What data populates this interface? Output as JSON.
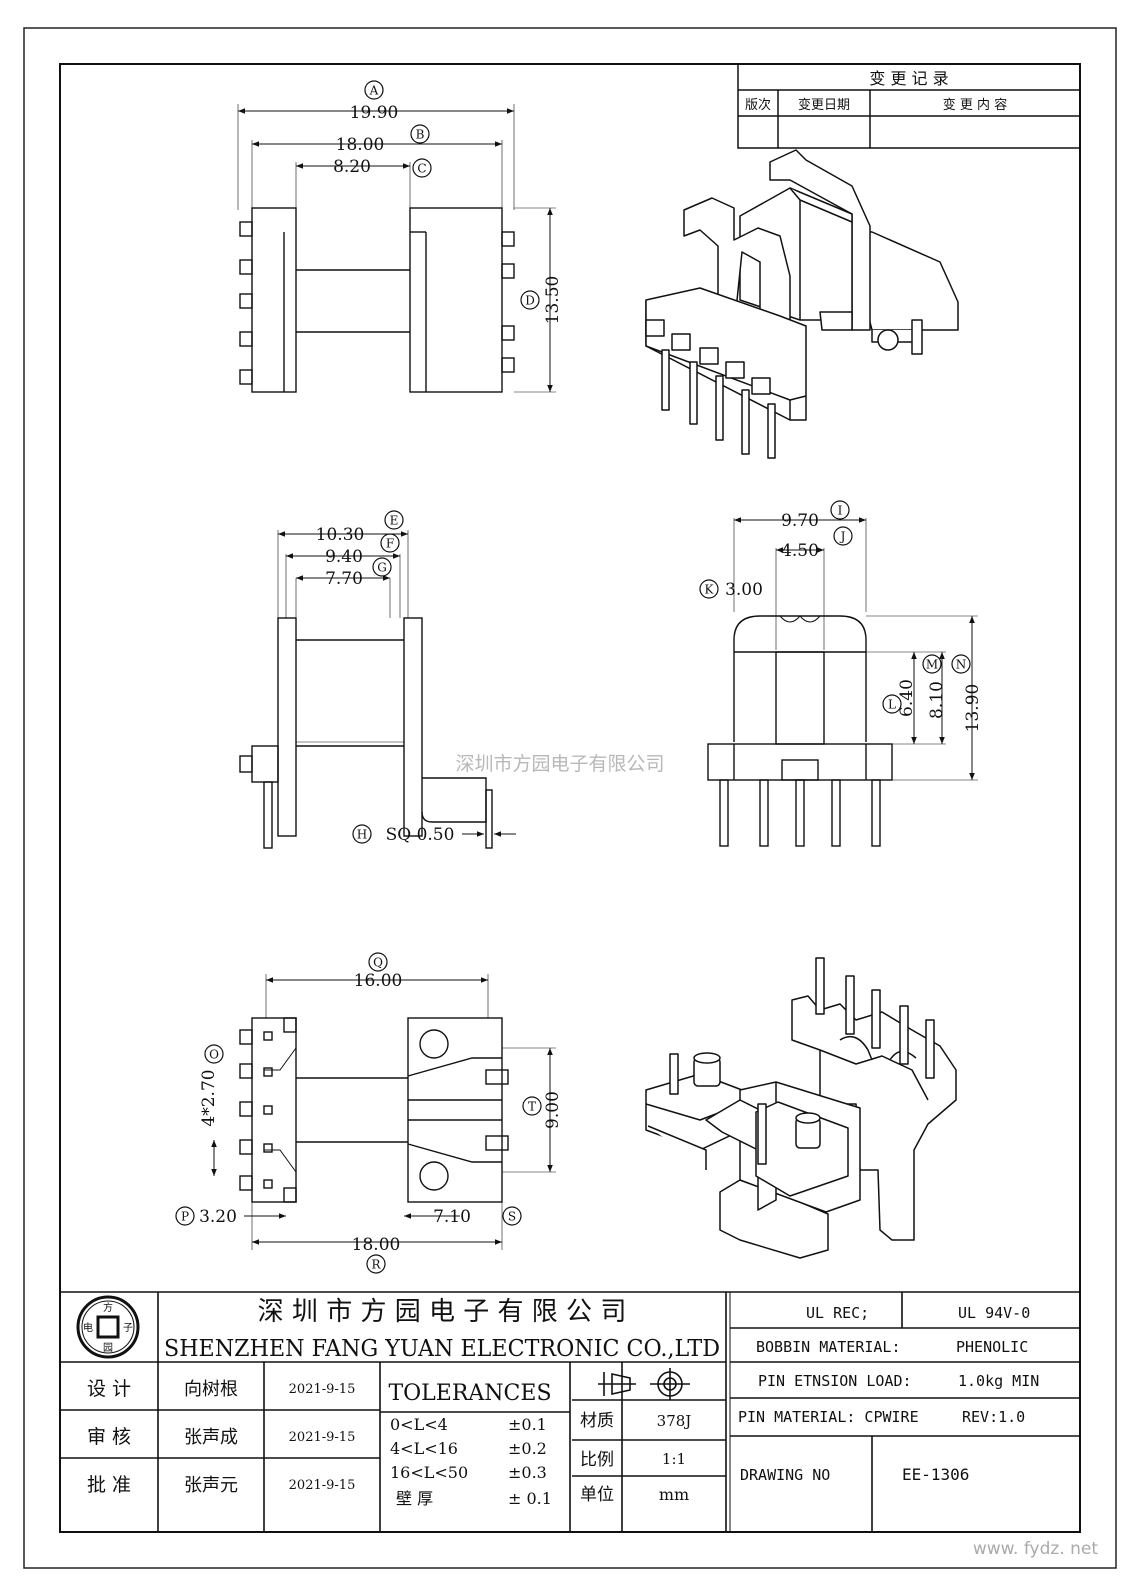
{
  "revision_table": {
    "title": "变 更 记 录",
    "col_version": "版次",
    "col_date": "变更日期",
    "col_content": "变 更 内 容"
  },
  "dimensions": {
    "A": {
      "letter": "A",
      "value": "19.90"
    },
    "B": {
      "letter": "B",
      "value": "18.00"
    },
    "C": {
      "letter": "C",
      "value": "8.20"
    },
    "D": {
      "letter": "D",
      "value": "13.50"
    },
    "E": {
      "letter": "E",
      "value": "10.30"
    },
    "F": {
      "letter": "F",
      "value": "9.40"
    },
    "G": {
      "letter": "G",
      "value": "7.70"
    },
    "H": {
      "letter": "H",
      "value": "SQ  0.50"
    },
    "I": {
      "letter": "I",
      "value": "9.70"
    },
    "J": {
      "letter": "J",
      "value": "4.50"
    },
    "K": {
      "letter": "K",
      "value": "3.00"
    },
    "L": {
      "letter": "L",
      "value": "6.40"
    },
    "M": {
      "letter": "M",
      "value": "8.10"
    },
    "N": {
      "letter": "N",
      "value": "13.90"
    },
    "O": {
      "letter": "O",
      "value": "4*2.70"
    },
    "P": {
      "letter": "P",
      "value": "3.20"
    },
    "Q": {
      "letter": "Q",
      "value": "16.00"
    },
    "R": {
      "letter": "R",
      "value": "18.00"
    },
    "S": {
      "letter": "S",
      "value": "7.10"
    },
    "T": {
      "letter": "T",
      "value": "9.00"
    }
  },
  "watermark_center": "深圳市方园电子有限公司",
  "watermark_corner": "www. fydz. net",
  "title_block": {
    "logo": {
      "top": "方",
      "left": "电",
      "right": "子",
      "bottom": "园"
    },
    "company_cn": "深 圳 市 方 园 电 子 有 限 公 司",
    "company_en": "SHENZHEN FANG YUAN ELECTRONIC CO.,LTD",
    "ul_rec_label": "UL REC;",
    "ul_rec_value": "UL  94V-0",
    "bobbin_label": "BOBBIN MATERIAL:",
    "bobbin_value": "PHENOLIC",
    "pin_load_label": "PIN ETNSION LOAD:",
    "pin_load_value": "1.0kg MIN",
    "pin_material_label": "PIN MATERIAL: CPWIRE",
    "rev": "REV:1.0",
    "drawing_no_label": "DRAWING NO",
    "drawing_no": "EE-1306",
    "tolerances_title": "TOLERANCES",
    "tolerances": [
      {
        "range": "0<L<4",
        "value": "±0.1"
      },
      {
        "range": "4<L<16",
        "value": "±0.2"
      },
      {
        "range": "16<L<50",
        "value": "±0.3"
      },
      {
        "range": "壁  厚",
        "value": "±  0.1"
      }
    ],
    "signoff": [
      {
        "role": "设  计",
        "name": "向树根",
        "date": "2021-9-15"
      },
      {
        "role": "审  核",
        "name": "张声成",
        "date": "2021-9-15"
      },
      {
        "role": "批  准",
        "name": "张声元",
        "date": "2021-9-15"
      }
    ],
    "material_label": "材质",
    "material_value": "378J",
    "scale_label": "比例",
    "scale_value": "1:1",
    "unit_label": "单位",
    "unit_value": "mm"
  }
}
